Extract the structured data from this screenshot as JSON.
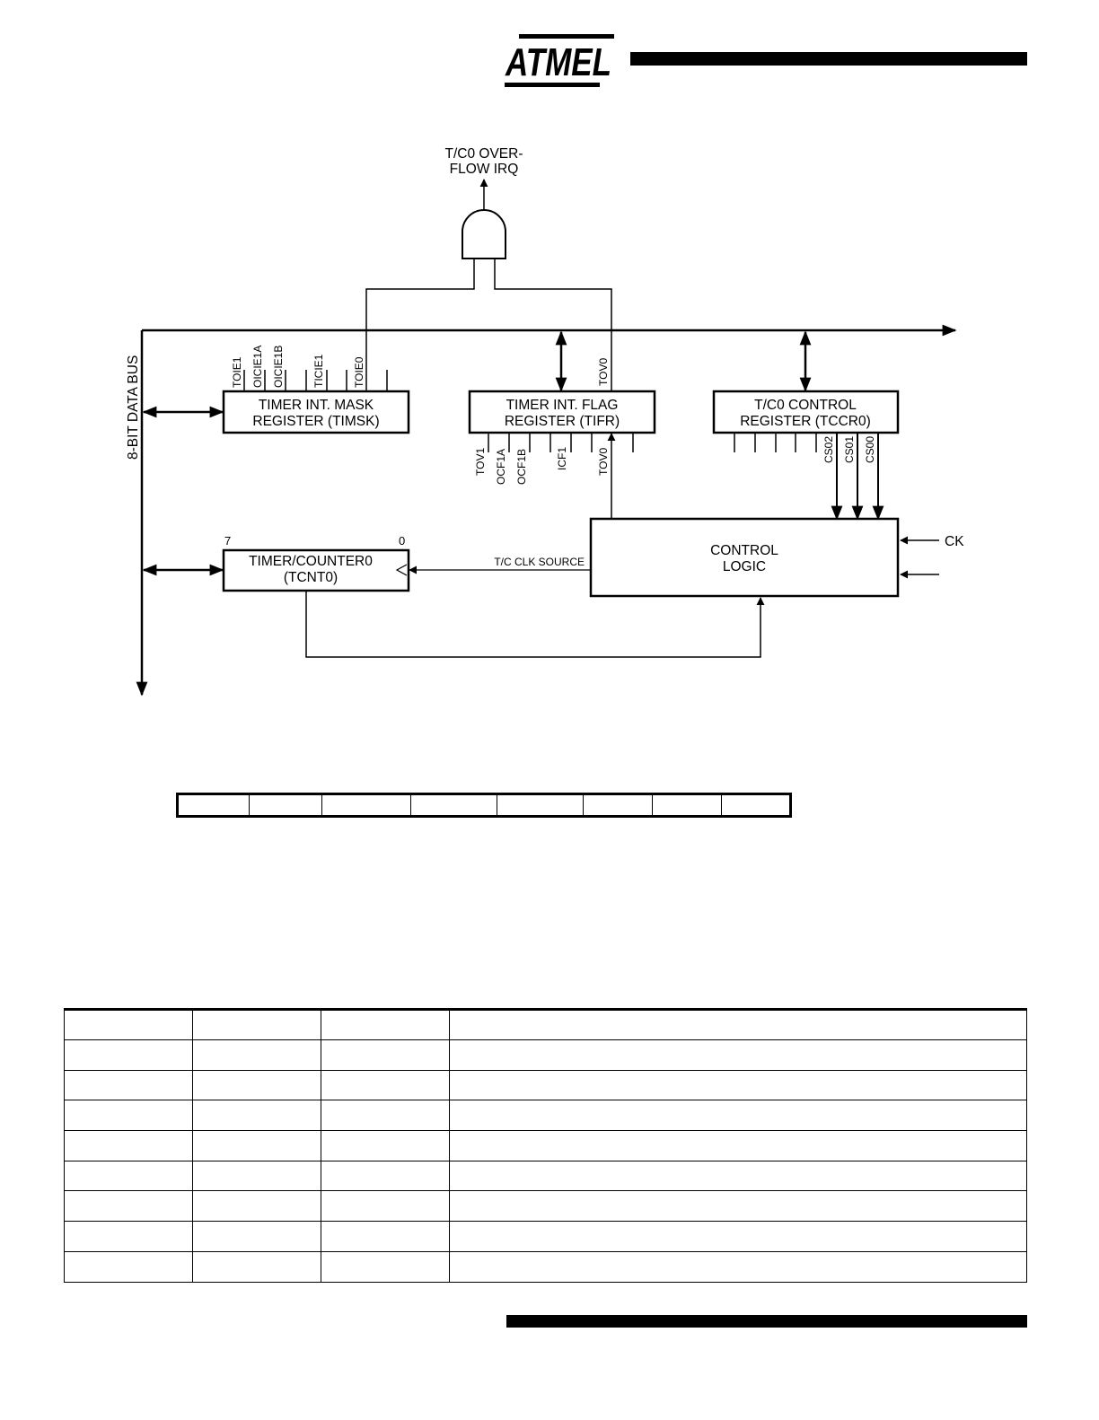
{
  "header": {
    "logo_text": "ATMEL"
  },
  "diagram": {
    "irq_label_line1": "T/C0 OVER-",
    "irq_label_line2": "FLOW IRQ",
    "data_bus_label": "8-BIT DATA BUS",
    "timsk": {
      "line1": "TIMER INT. MASK",
      "line2": "REGISTER (TIMSK)",
      "bits": [
        "TOIE1",
        "OICIE1A",
        "OICIE1B",
        "TICIE1",
        "TOIE0"
      ]
    },
    "tifr": {
      "line1": "TIMER INT. FLAG",
      "line2": "REGISTER (TIFR)",
      "top_bit": "TOV0",
      "bits": [
        "TOV1",
        "OCF1A",
        "OCF1B",
        "ICF1",
        "TOV0"
      ]
    },
    "tccr0": {
      "line1": "T/C0 CONTROL",
      "line2": "REGISTER (TCCR0)",
      "bits": [
        "CS02",
        "CS01",
        "CS00"
      ]
    },
    "tcnt0": {
      "line1": "TIMER/COUNTER0",
      "line2": "(TCNT0)",
      "msb": "7",
      "lsb": "0"
    },
    "clk_source_label": "T/C CLK SOURCE",
    "control_logic": {
      "line1": "CONTROL",
      "line2": "LOGIC"
    },
    "ck_label": "CK"
  }
}
